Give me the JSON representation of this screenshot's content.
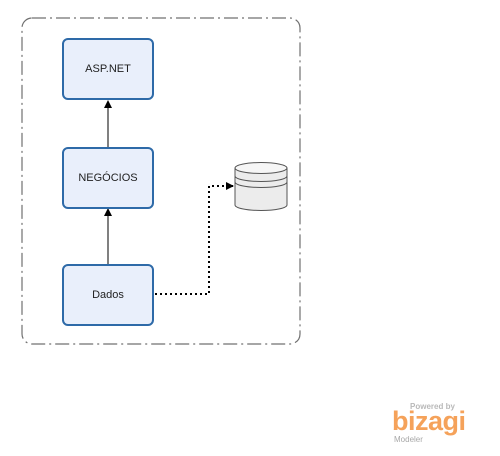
{
  "diagram": {
    "nodes": [
      {
        "id": "aspnet",
        "label": "ASP.NET"
      },
      {
        "id": "negocios",
        "label": "NEGÓCIOS"
      },
      {
        "id": "dados",
        "label": "Dados"
      },
      {
        "id": "database",
        "label": ""
      }
    ],
    "edges": [
      {
        "from": "negocios",
        "to": "aspnet",
        "style": "solid-arrow"
      },
      {
        "from": "dados",
        "to": "negocios",
        "style": "solid-arrow"
      },
      {
        "from": "dados",
        "to": "database",
        "style": "dotted-arrow"
      }
    ],
    "colors": {
      "node_fill": "#e9effb",
      "node_border": "#2e6aa8",
      "group_border": "#707070",
      "edge": "#000000",
      "db_fill": "#ececec",
      "db_border": "#555555",
      "brand": "#f5a25a"
    }
  },
  "branding": {
    "powered_by": "Powered by",
    "name": "bizagi",
    "product": "Modeler"
  }
}
